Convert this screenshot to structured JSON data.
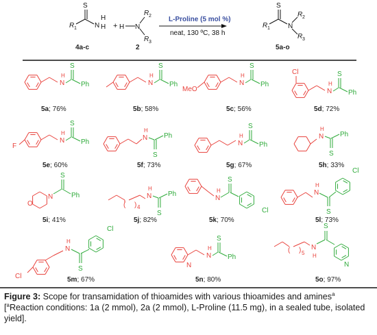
{
  "scheme": {
    "reagent_4": {
      "S": "S",
      "R1": "R",
      "R1_sub": "1",
      "NH": "N",
      "H1": "H",
      "H2": "H",
      "label": "4a-c"
    },
    "plus": "+",
    "reagent_2": {
      "H": "H",
      "N": "N",
      "R2": "R",
      "R2_sub": "2",
      "R3": "R",
      "R3_sub": "3",
      "label": "2"
    },
    "conditions_top": "L-Proline (5 mol %)",
    "conditions_bottom": "neat, 130 ºC, 38 h",
    "product": {
      "S": "S",
      "R1": "R",
      "R1_sub": "1",
      "N": "N",
      "R2": "R",
      "R2_sub": "2",
      "R3": "R",
      "R3_sub": "3",
      "label": "5a-o"
    }
  },
  "colors": {
    "amine_part": "#e8403a",
    "thioacyl_part": "#2eaa3a",
    "bond": "#111111",
    "conditions": "#3a4fa0"
  },
  "products": [
    {
      "id": "5a",
      "yield": "; 76%",
      "amine": "benzylamine",
      "acyl": "thiobenzoyl"
    },
    {
      "id": "5b",
      "yield": "; 58%",
      "amine": "4-methylbenzylamine",
      "acyl": "thiobenzoyl"
    },
    {
      "id": "5c",
      "yield": "; 56%",
      "amine": "4-methoxybenzylamine",
      "acyl": "thiobenzoyl"
    },
    {
      "id": "5d",
      "yield": "; 72%",
      "amine": "2-chlorobenzylamine",
      "acyl": "thiobenzoyl"
    },
    {
      "id": "5e",
      "yield": "; 60%",
      "amine": "4-fluorobenzylamine",
      "acyl": "thiobenzoyl"
    },
    {
      "id": "5f",
      "yield": "; 73%",
      "amine": "phenethylamine",
      "acyl": "thiobenzoyl"
    },
    {
      "id": "5g",
      "yield": "; 67%",
      "amine": "3-phenylpropylamine",
      "acyl": "thiobenzoyl"
    },
    {
      "id": "5h",
      "yield": "; 33%",
      "amine": "cyclohexylamine",
      "acyl": "thiobenzoyl"
    },
    {
      "id": "5i",
      "yield": "; 41%",
      "amine": "morpholine",
      "acyl": "thiobenzoyl"
    },
    {
      "id": "5j",
      "yield": "; 82%",
      "amine": "n-hexylamine",
      "acyl": "thiobenzoyl"
    },
    {
      "id": "5k",
      "yield": "; 70%",
      "amine": "benzylamine",
      "acyl": "4-chlorothiobenzoyl"
    },
    {
      "id": "5l",
      "yield": "; 73%",
      "amine": "phenethylamine",
      "acyl": "4-chlorothiobenzoyl"
    },
    {
      "id": "5m",
      "yield": "; 67%",
      "amine": "4-chlorophenethylamine",
      "acyl": "4-chlorothiobenzoyl"
    },
    {
      "id": "5n",
      "yield": "; 80%",
      "amine": "2-picolylamine",
      "acyl": "thiobenzoyl"
    },
    {
      "id": "5o",
      "yield": "; 97%",
      "amine": "n-octylamine",
      "acyl": "thioisonicotinoyl"
    }
  ],
  "atoms": {
    "S": "S",
    "N": "N",
    "H": "H",
    "Ph": "Ph",
    "Cl": "Cl",
    "F": "F",
    "MeO": "MeO",
    "O": "O",
    "n4": "4",
    "n5": "5"
  },
  "caption": {
    "label": "Figure 3:",
    "text1": " Scope for transamidation of thioamides with various thioamides and amines",
    "sup": "a",
    "text2": " [",
    "sup2": "a",
    "text3": "Reaction conditions: 1a (2 mmol), 2a (2 mmol), L-Proline (11.5 mg), in a sealed tube, isolated yield]."
  }
}
